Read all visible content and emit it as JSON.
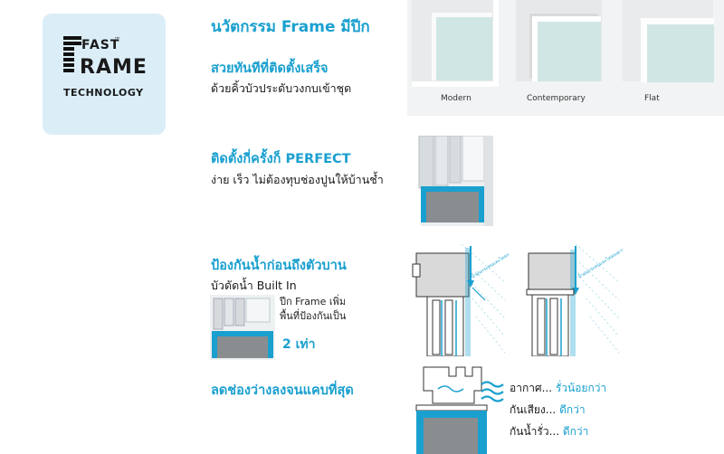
{
  "logo": {
    "line1": "FAST",
    "line2": "RAME",
    "line3": "TECHNOLOGY",
    "big_letter": "F",
    "tm": "™"
  },
  "title": "นวัตกรรม Frame มีปีก",
  "section1": {
    "heading": "สวยทันทีที่ติดตั้งเสร็จ",
    "sub": "ด้วยคิ้วบัวประดับวงกบเข้าชุด"
  },
  "styles": [
    "Modern",
    "Contemporary",
    "Flat"
  ],
  "section2": {
    "heading": "ติดตั้งกี่ครั้งก็ PERFECT",
    "sub": "ง่าย เร็ว ไม่ต้องทุบช่องปูนให้บ้านช้ำ"
  },
  "section3": {
    "heading": "ป้องกันน้ำก่อนถึงตัวบาน",
    "sub": "บัวดัดน้ำ Built In",
    "note_line1": "ปีก Frame เพิ่ม",
    "note_line2": "พื้นที่ป้องกันเป็น",
    "note_big": "2 เท่า",
    "diagram_label": "น้ำฝนกระทบและไหลลงตามผนัง"
  },
  "section4": {
    "heading": "ลดช่องว่างลงจนแคบที่สุด",
    "rows": [
      {
        "prefix": "อากาศ...",
        "value": "รั่วน้อยกว่า"
      },
      {
        "prefix": "กันเสียง...",
        "value": "ดีกว่า"
      },
      {
        "prefix": "กันน้ำรั่ว...",
        "value": "ดีกว่า"
      }
    ]
  },
  "colors": {
    "accent": "#1aa0cf",
    "logo_bg": "#dbeef8",
    "dark": "#1a1a1a"
  }
}
